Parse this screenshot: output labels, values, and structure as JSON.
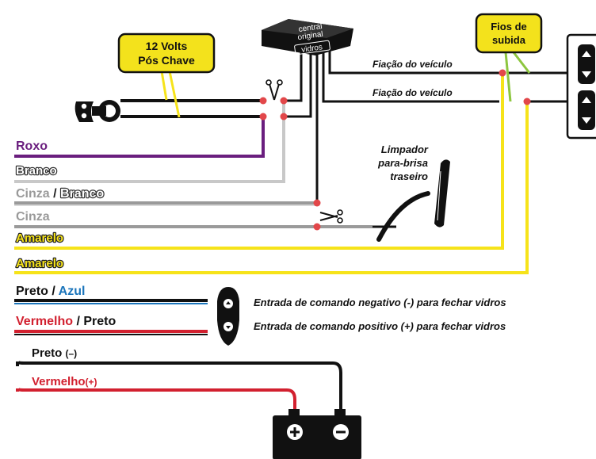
{
  "central": {
    "line1": "central",
    "line2": "original",
    "line3": "vidros"
  },
  "callouts": {
    "power_line1": "12 Volts",
    "power_line2": "Pós Chave",
    "up_line1": "Fios de",
    "up_line2": "subida"
  },
  "vehicle_wiring": {
    "top": "Fiação do veículo",
    "bottom": "Fiação do veículo"
  },
  "wiper": {
    "line1": "Limpador",
    "line2": "para-brisa",
    "line3": "traseiro"
  },
  "wires": {
    "roxo": "Roxo",
    "branco": "Branco",
    "cinza_branco_a": "Cinza",
    "cinza_branco_sep": " / ",
    "cinza_branco_b": "Branco",
    "cinza": "Cinza",
    "amarelo_1": "Amarelo",
    "amarelo_2": "Amarelo",
    "preto_azul_a": "Preto",
    "preto_azul_sep": " / ",
    "preto_azul_b": "Azul",
    "vermelho_preto_a": "Vermelho",
    "vermelho_preto_b": " / Preto"
  },
  "commands": {
    "close_negative": "Entrada de comando negativo (-) para fechar vidros",
    "close_positive": "Entrada de comando positivo (+) para fechar vidros"
  },
  "battery_wires": {
    "preto": "Preto",
    "preto_sign": "(–)",
    "vermelho": "Vermelho",
    "vermelho_sign": "(+)"
  },
  "colors": {
    "purple": "#6a1e7e",
    "yellow": "#f6e31a",
    "callout_yellow": "#f3e21c",
    "green": "#8dc63f",
    "red": "#d2202f",
    "blue": "#1b75bb",
    "gray": "#9a9a9a",
    "connector_red": "#e2474a"
  }
}
